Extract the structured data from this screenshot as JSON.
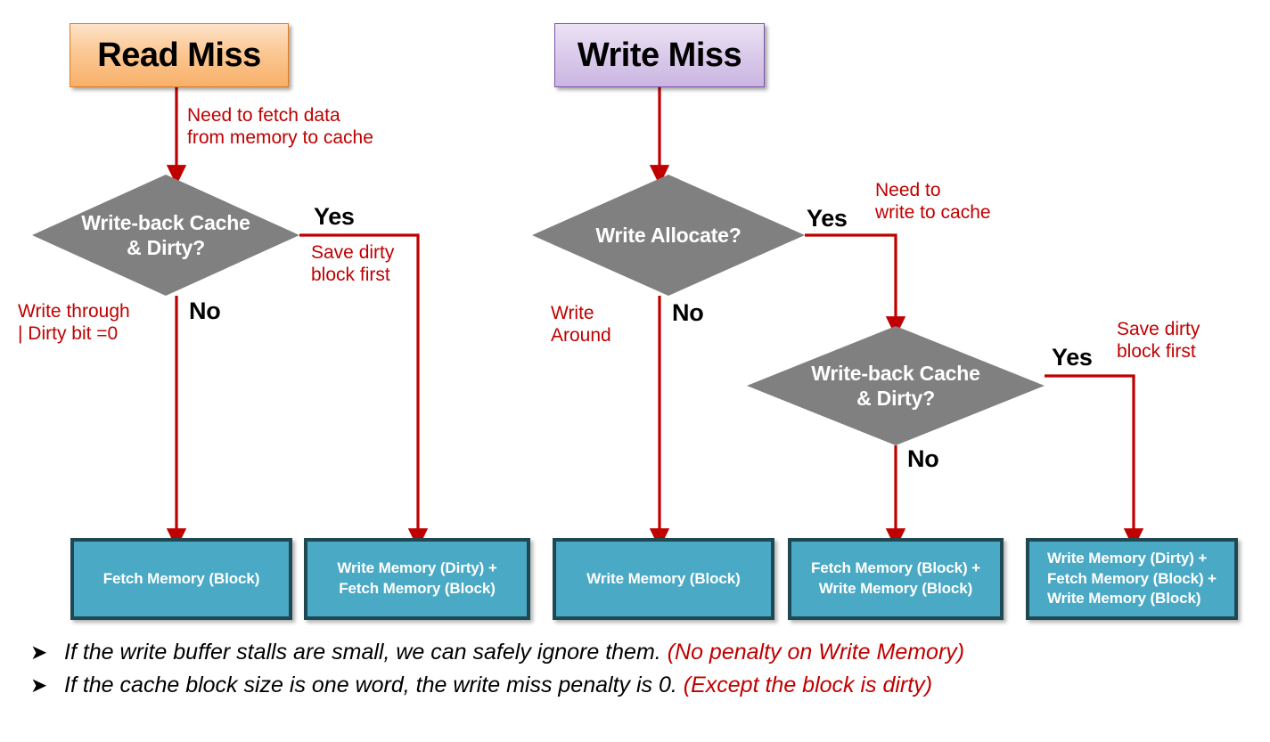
{
  "diagram": {
    "title_nodes": [
      {
        "id": "read-miss",
        "label": "Read Miss"
      },
      {
        "id": "write-miss",
        "label": "Write Miss"
      }
    ],
    "decisions": [
      {
        "id": "wb-dirty-left",
        "label": "Write-back Cache\n& Dirty?"
      },
      {
        "id": "write-allocate",
        "label": "Write Allocate?"
      },
      {
        "id": "wb-dirty-right",
        "label": "Write-back Cache\n& Dirty?"
      }
    ],
    "results": [
      {
        "id": "fetch-memory-block",
        "label": "Fetch Memory (Block)"
      },
      {
        "id": "write-dirty-fetch",
        "label": "Write Memory (Dirty) +\nFetch Memory (Block)"
      },
      {
        "id": "write-memory-block",
        "label": "Write Memory (Block)"
      },
      {
        "id": "fetch-write-memory",
        "label": "Fetch Memory (Block) +\nWrite Memory (Block)"
      },
      {
        "id": "write-dirty-fetch-write",
        "label": "Write Memory (Dirty) +\nFetch Memory (Block) +\nWrite Memory (Block)"
      }
    ],
    "edge_labels": {
      "need_fetch": "Need to fetch data\nfrom memory to cache",
      "yes_1": "Yes",
      "no_1": "No",
      "save_dirty_1": "Save dirty\nblock first",
      "write_through": "Write through\n| Dirty bit =0",
      "yes_2": "Yes",
      "no_2": "No",
      "need_write_cache": "Need to\nwrite to cache",
      "write_around": "Write\nAround",
      "yes_3": "Yes",
      "no_3": "No",
      "save_dirty_2": "Save dirty\nblock first"
    },
    "colors": {
      "arrow": "#c00000",
      "diamond_fill": "#808080",
      "result_fill": "#4aa9c4",
      "result_border": "#1e4852",
      "read_border": "#e07c1e",
      "write_border": "#7c52a8",
      "red_text": "#c00000"
    }
  },
  "notes": {
    "marker": "➤",
    "items": [
      {
        "black": "If the write buffer stalls are small, we can safely ignore them. ",
        "red": "(No penalty on Write Memory)"
      },
      {
        "black": "If the cache block size is one word, the write miss penalty is 0. ",
        "red": "(Except the block is dirty)"
      }
    ]
  }
}
